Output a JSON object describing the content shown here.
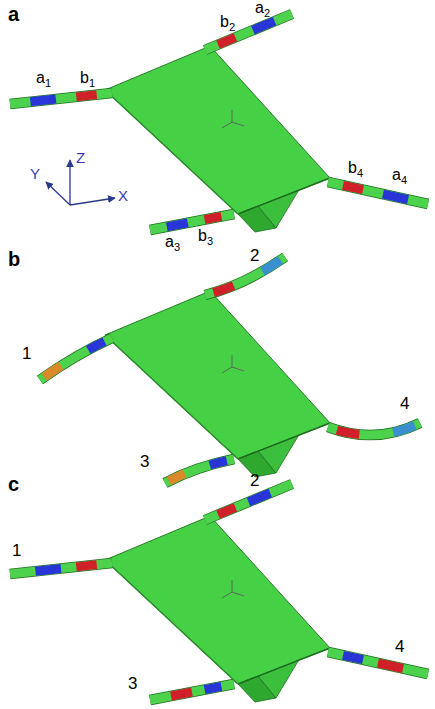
{
  "diagram": {
    "labels": [
      "a",
      "a1",
      "b1",
      "b2",
      "a2",
      "Y",
      "Z",
      "X",
      "b4",
      "a4",
      "a3",
      "b3",
      "b",
      "1",
      "2",
      "3",
      "4",
      "c",
      "1",
      "2",
      "3",
      "4"
    ]
  }
}
